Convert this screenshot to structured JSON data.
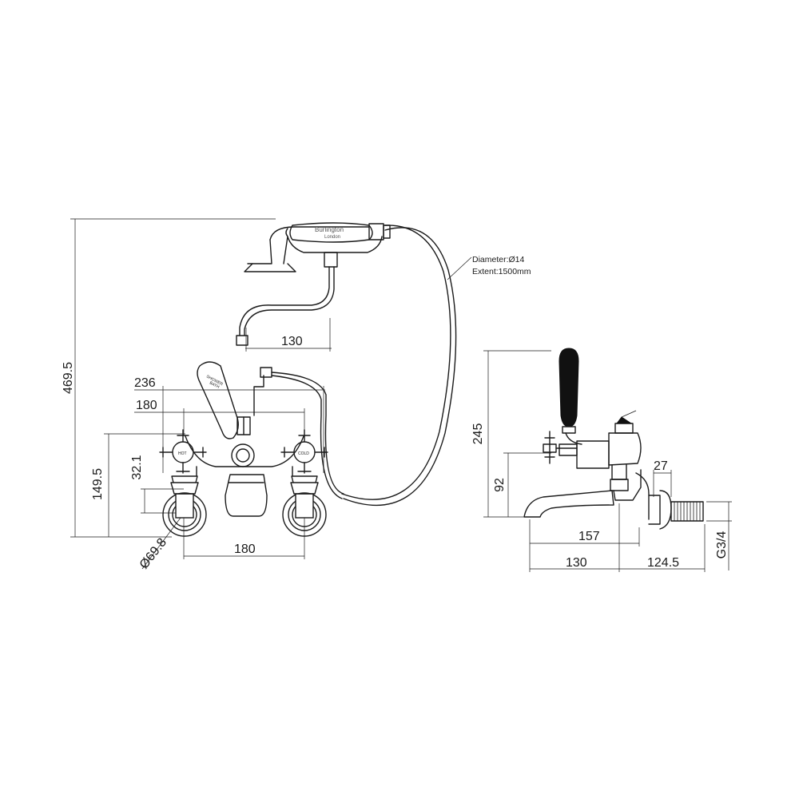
{
  "front_view": {
    "dims": {
      "total_height": "469.5",
      "inlet_height": "149.5",
      "spout_drop": "32.1",
      "outlet_diameter": "Ø69.8",
      "span_236": "236",
      "span_180_top": "180",
      "span_180_bottom": "180",
      "shower_offset": "130"
    },
    "handset_brand": "Burlington",
    "handset_city": "London",
    "lever_label_1": "SHOWER",
    "lever_label_2": "BATH",
    "hot_label": "HOT",
    "cold_label": "COLD"
  },
  "hose": {
    "diameter": "Diameter:Ø14",
    "extent": "Extent:1500mm"
  },
  "side_view": {
    "dims": {
      "height_245": "245",
      "height_92": "92",
      "depth_157": "157",
      "depth_130": "130",
      "depth_124_5": "124.5",
      "thread_27": "27",
      "thread_size": "G3/4"
    }
  }
}
